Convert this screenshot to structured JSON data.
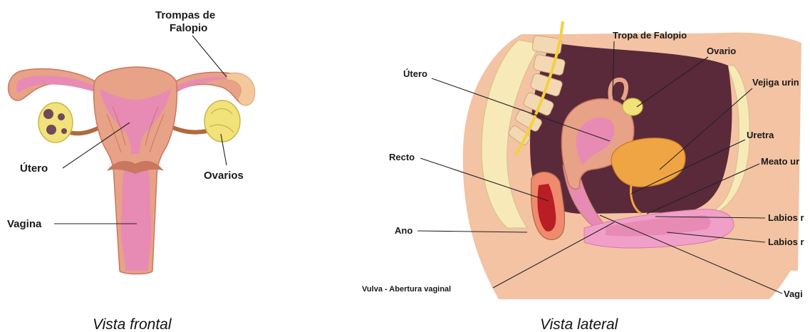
{
  "frontal": {
    "caption": "Vista frontal",
    "labels": {
      "fallopian_line1": "Trompas de",
      "fallopian_line2": "Falopio",
      "uterus": "Útero",
      "ovaries": "Ovarios",
      "vagina": "Vagina"
    }
  },
  "lateral": {
    "caption": "Vista lateral",
    "labels": {
      "fallopian": "Tropa de Falopio",
      "ovary": "Ovario",
      "uterus": "Útero",
      "bladder": "Vejiga urin",
      "urethra": "Uretra",
      "rectum": "Recto",
      "meatus": "Meato ur",
      "anus": "Ano",
      "labia_1": "Labios r",
      "labia_2": "Labios r",
      "vulva": "Vulva - Abertura vaginal",
      "vagina": "Vagi"
    }
  },
  "colors": {
    "uterus_muscle": "#e8a287",
    "uterus_inner": "#e78bb4",
    "ovary": "#f1e27a",
    "ovary_dark": "#6e4a5a",
    "abdomen": "#5a2a3a",
    "skin": "#f3c3a4",
    "bone": "#f2d9b3",
    "bladder": "#f0a544",
    "rectum": "#b81e24"
  }
}
